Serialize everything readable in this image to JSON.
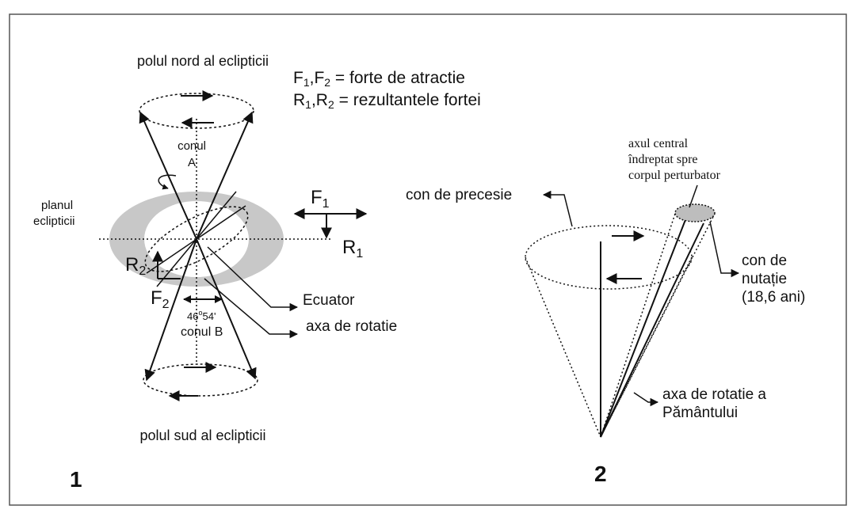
{
  "figure1": {
    "label_north_pole": "polul nord al eclipticii",
    "label_south_pole": "polul sud al eclipticii",
    "legend_forces": {
      "prefix": "F",
      "sub1": "1",
      "sep": ",F",
      "sub2": "2",
      "text": " = forte de atractie"
    },
    "legend_results": {
      "prefix": "R",
      "sub1": "1",
      "sep": ",R",
      "sub2": "2",
      "text": " = rezultantele fortei"
    },
    "label_cone_a_1": "conul",
    "label_cone_a_2": "A",
    "label_cone_b": "conul B",
    "label_plane_1": "planul",
    "label_plane_2": "eclipticii",
    "label_f1": {
      "main": "F",
      "sub": "1"
    },
    "label_r1": {
      "main": "R",
      "sub": "1"
    },
    "label_r2": {
      "main": "R",
      "sub": "2"
    },
    "label_f2": {
      "main": "F",
      "sub": "2"
    },
    "label_angle": {
      "deg": "46",
      "sup": "o",
      "min": "54'"
    },
    "label_equator": "Ecuator",
    "label_rotation_axis": "axa de rotatie",
    "number": "1"
  },
  "figure2": {
    "label_precession_cone": "con de precesie",
    "label_central_axis_1": "axul central",
    "label_central_axis_2": "îndreptat spre",
    "label_central_axis_3": "corpul  perturbator",
    "label_nutation_1": "con de",
    "label_nutation_2": "nutație",
    "label_nutation_3": "(18,6 ani)",
    "label_earth_axis_1": "axa de rotatie a",
    "label_earth_axis_2": "Pământului",
    "number": "2"
  }
}
